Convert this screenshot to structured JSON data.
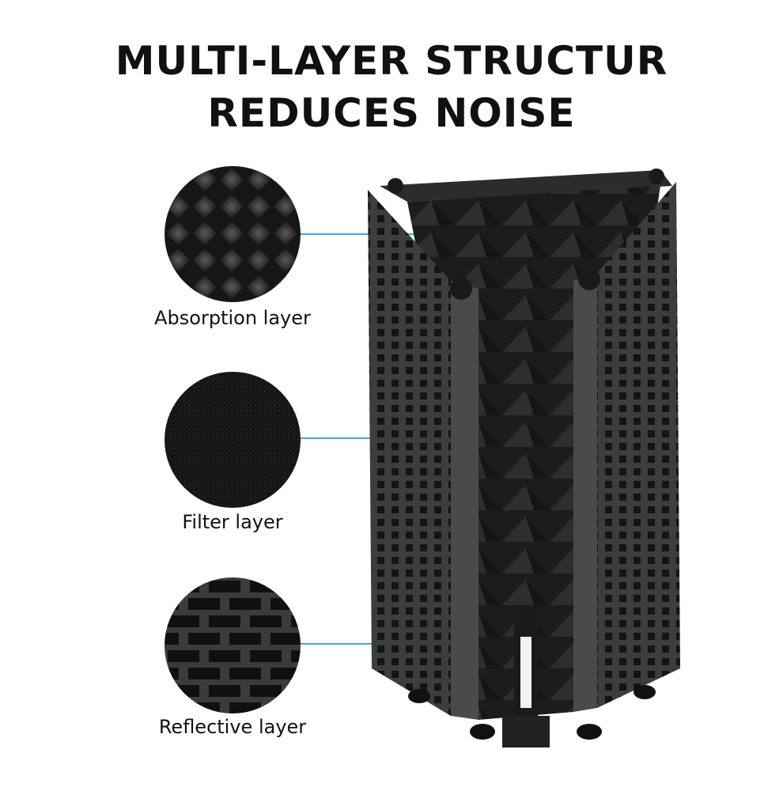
{
  "headline": {
    "line1": "MULTI-LAYER STRUCTUR",
    "line2": "REDUCES NOISE"
  },
  "layers": [
    {
      "label": "Absorption layer",
      "icon": "egg-crate-foam-swatch-icon"
    },
    {
      "label": "Filter layer",
      "icon": "fine-foam-swatch-icon"
    },
    {
      "label": "Reflective layer",
      "icon": "perforated-mesh-swatch-icon"
    }
  ],
  "colors": {
    "callout": "#3aa9e8",
    "headline": "#111111",
    "foam": "#2a2a2a",
    "panel": "#3a3a3a"
  }
}
